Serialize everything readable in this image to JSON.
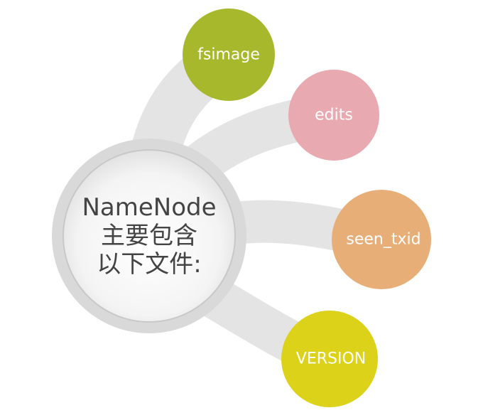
{
  "center": {
    "line1": "NameNode",
    "line2": "主要包含",
    "line3": "以下文件:"
  },
  "nodes": [
    {
      "label": "fsimage",
      "color": "#a8b82c"
    },
    {
      "label": "edits",
      "color": "#e8a9b1"
    },
    {
      "label": "seen_txid",
      "color": "#e8ae78"
    },
    {
      "label": "VERSION",
      "color": "#ddd21a"
    }
  ],
  "connector_color": "#e4e4e4"
}
